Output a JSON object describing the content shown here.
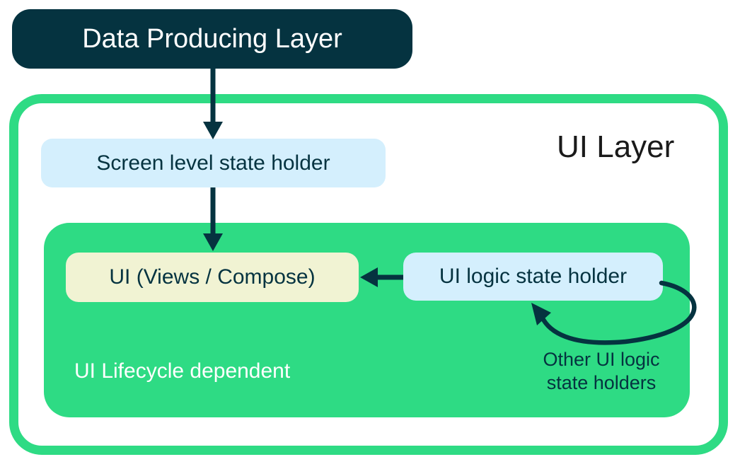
{
  "colors": {
    "dark_teal": "#053340",
    "green": "#2edb84",
    "light_blue": "#d4effd",
    "cream": "#f1f3d3",
    "title_text": "#1a1a1a",
    "white": "#ffffff"
  },
  "diagram": {
    "data_producing_layer": "Data Producing Layer",
    "ui_layer": {
      "title": "UI Layer",
      "screen_state_holder": "Screen level state holder",
      "lifecycle_box": {
        "ui_views": "UI (Views / Compose)",
        "ui_logic_state_holder": "UI logic state holder",
        "caption": "UI Lifecycle dependent",
        "other_note": "Other UI logic\nstate holders"
      }
    },
    "icons": {
      "down_arrow": "arrow-down-icon",
      "left_arrow": "arrow-left-icon",
      "loop_arrow": "loop-arrow-icon"
    }
  }
}
